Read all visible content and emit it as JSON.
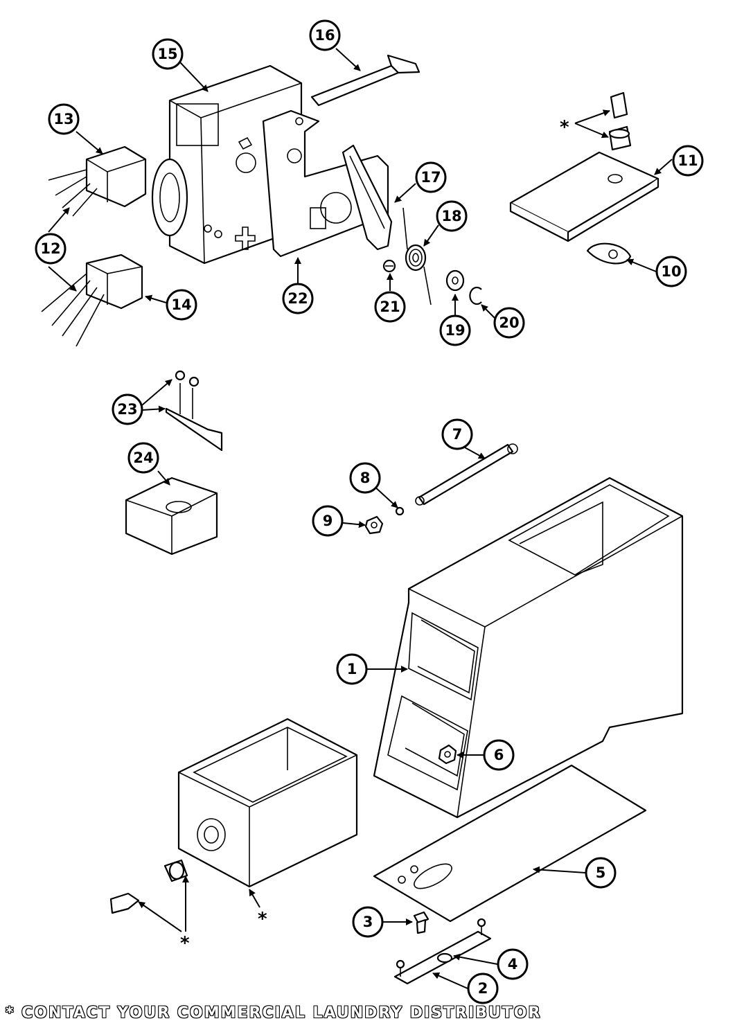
{
  "diagram": {
    "callouts": [
      "1",
      "2",
      "3",
      "4",
      "5",
      "6",
      "7",
      "8",
      "9",
      "10",
      "11",
      "12",
      "13",
      "14",
      "15",
      "16",
      "17",
      "18",
      "19",
      "20",
      "21",
      "22",
      "23",
      "24"
    ],
    "asterisk": "*"
  },
  "footer": {
    "note": "* CONTACT YOUR COMMERCIAL LAUNDRY DISTRIBUTOR"
  }
}
